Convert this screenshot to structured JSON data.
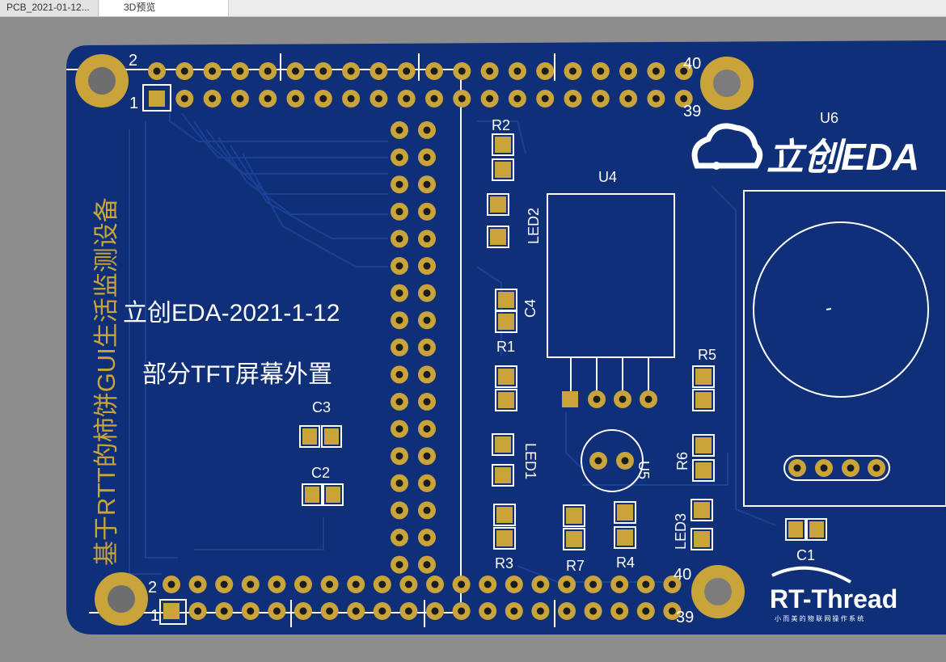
{
  "tabs": [
    {
      "label": "PCB_2021-01-12..."
    },
    {
      "label": "3D预览"
    }
  ],
  "board": {
    "colors": {
      "board": "#0f2f78",
      "pad": "#c9a43a",
      "silk": "#ffffff",
      "trace": "#1a3e8f",
      "background": "#8d8d8d"
    },
    "text_line1": "立创EDA-2021-1-12",
    "text_line2": "部分TFT屏幕外置",
    "vertical_title": "基于RTT的柿饼GUI生活监测设备",
    "logo_lceda": "立创EDA",
    "logo_rtthread": "RT-Thread",
    "logo_rtthread_sub": "小 而 美 的 物 联 网 操 作 系 统",
    "header_labels": {
      "top_left_top": "2",
      "top_left_bottom": "1",
      "top_right_top": "40",
      "top_right_bottom": "39",
      "bottom_left_top": "2",
      "bottom_left_bottom": "1",
      "bottom_right_top": "40",
      "bottom_right_bottom": "39"
    },
    "designators": {
      "R2": "R2",
      "LED2": "LED2",
      "U4": "U4",
      "U6": "U6",
      "C4": "C4",
      "R1": "R1",
      "R5": "R5",
      "C3": "C3",
      "LED1": "LED1",
      "U5": "U5",
      "R6": "R6",
      "C2": "C2",
      "LED3": "LED3",
      "R3": "R3",
      "R7": "R7",
      "R4": "R4",
      "C1": "C1"
    }
  }
}
